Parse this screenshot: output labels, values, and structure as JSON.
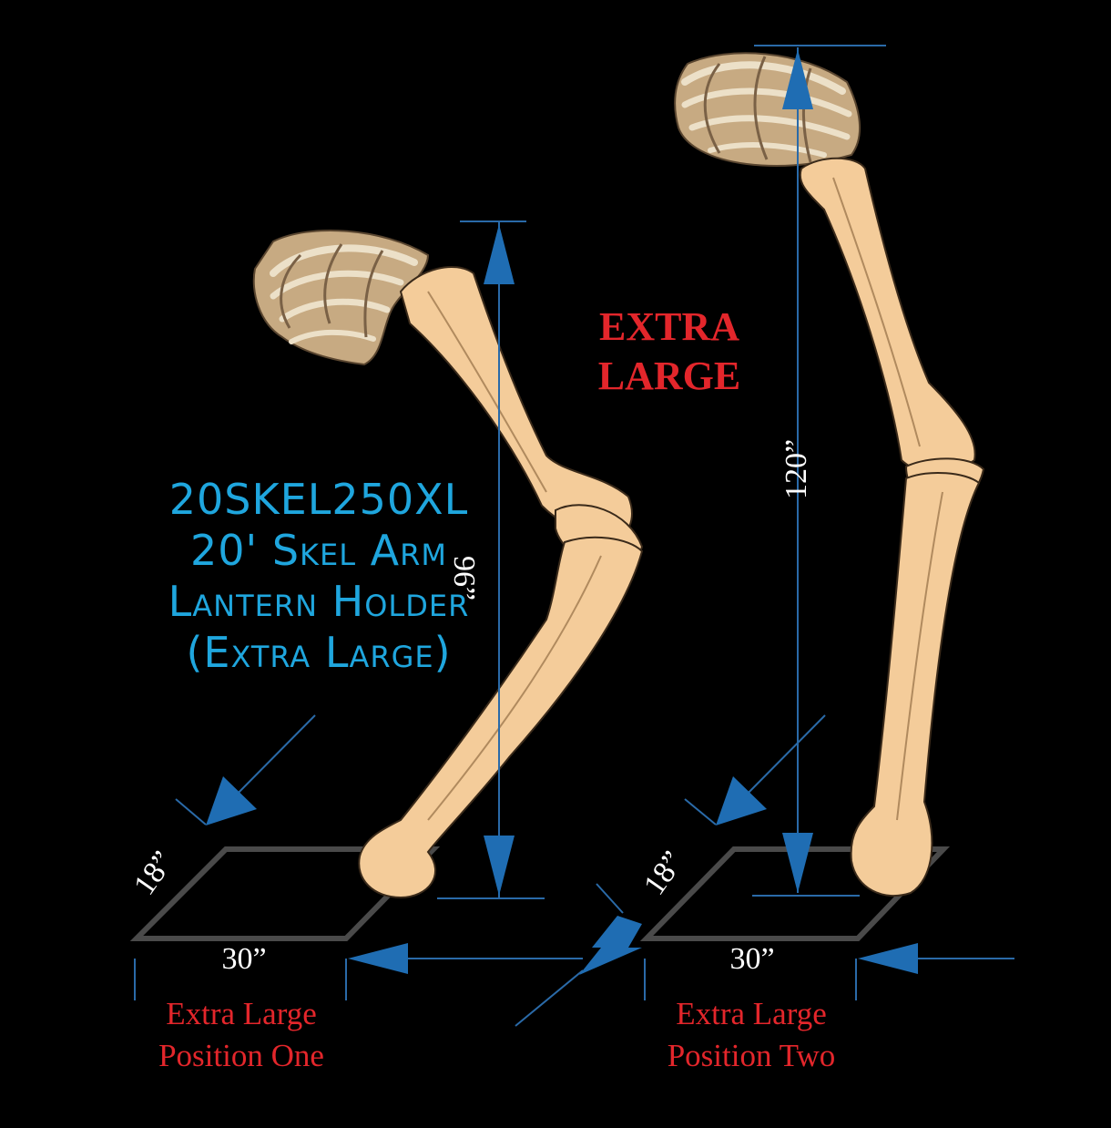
{
  "product": {
    "code": "20SKEL250XL",
    "name_line1": "20' Skel Arm",
    "name_line2": "Lantern Holder",
    "name_line3": "(Extra Large)"
  },
  "size_label": {
    "line1": "EXTRA",
    "line2": "LARGE"
  },
  "position_one": {
    "height": "96”",
    "depth": "18”",
    "width": "30”",
    "caption_line1": "Extra Large",
    "caption_line2": "Position One"
  },
  "position_two": {
    "height": "120”",
    "depth": "18”",
    "width": "30”",
    "caption_line1": "Extra Large",
    "caption_line2": "Position Two"
  },
  "colors": {
    "background": "#000000",
    "product_text": "#1fa6de",
    "label_red": "#e3262b",
    "dimension_line": "#2a6aa8",
    "arrow": "#1f6db3",
    "bone": "#f4cc9a",
    "bone_outline": "#3a2a1a",
    "hand": "#c7aa82"
  },
  "icons": [
    "skeleton-arm-bent-icon",
    "skeleton-arm-straight-icon",
    "base-plate-icon",
    "dimension-arrow-icon"
  ]
}
